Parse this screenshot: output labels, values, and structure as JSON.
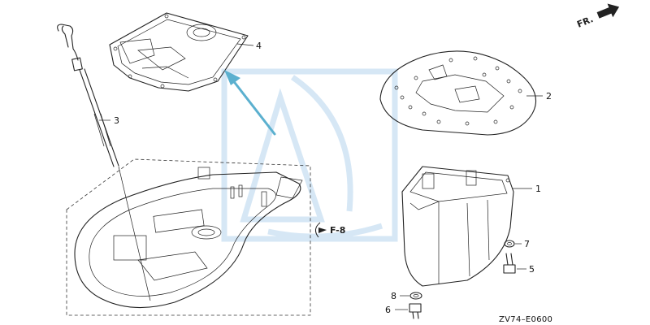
{
  "diagram": {
    "front_indicator": "FR.",
    "figure_reference": "F-8",
    "drawing_code": "ZV74–E0600",
    "callouts": [
      {
        "id": "part-1",
        "label": "1"
      },
      {
        "id": "part-2",
        "label": "2"
      },
      {
        "id": "part-3",
        "label": "3"
      },
      {
        "id": "part-4",
        "label": "4"
      },
      {
        "id": "part-5",
        "label": "5"
      },
      {
        "id": "part-6",
        "label": "6"
      },
      {
        "id": "part-7",
        "label": "7"
      },
      {
        "id": "part-8",
        "label": "8"
      }
    ],
    "colors": {
      "line_art": "#222222",
      "annotation_arrow": "#5bb0cf",
      "watermark": "#cfe3f4"
    },
    "watermark": "logo-watermark",
    "annotation": "arrow-pointing-to-part-4"
  }
}
